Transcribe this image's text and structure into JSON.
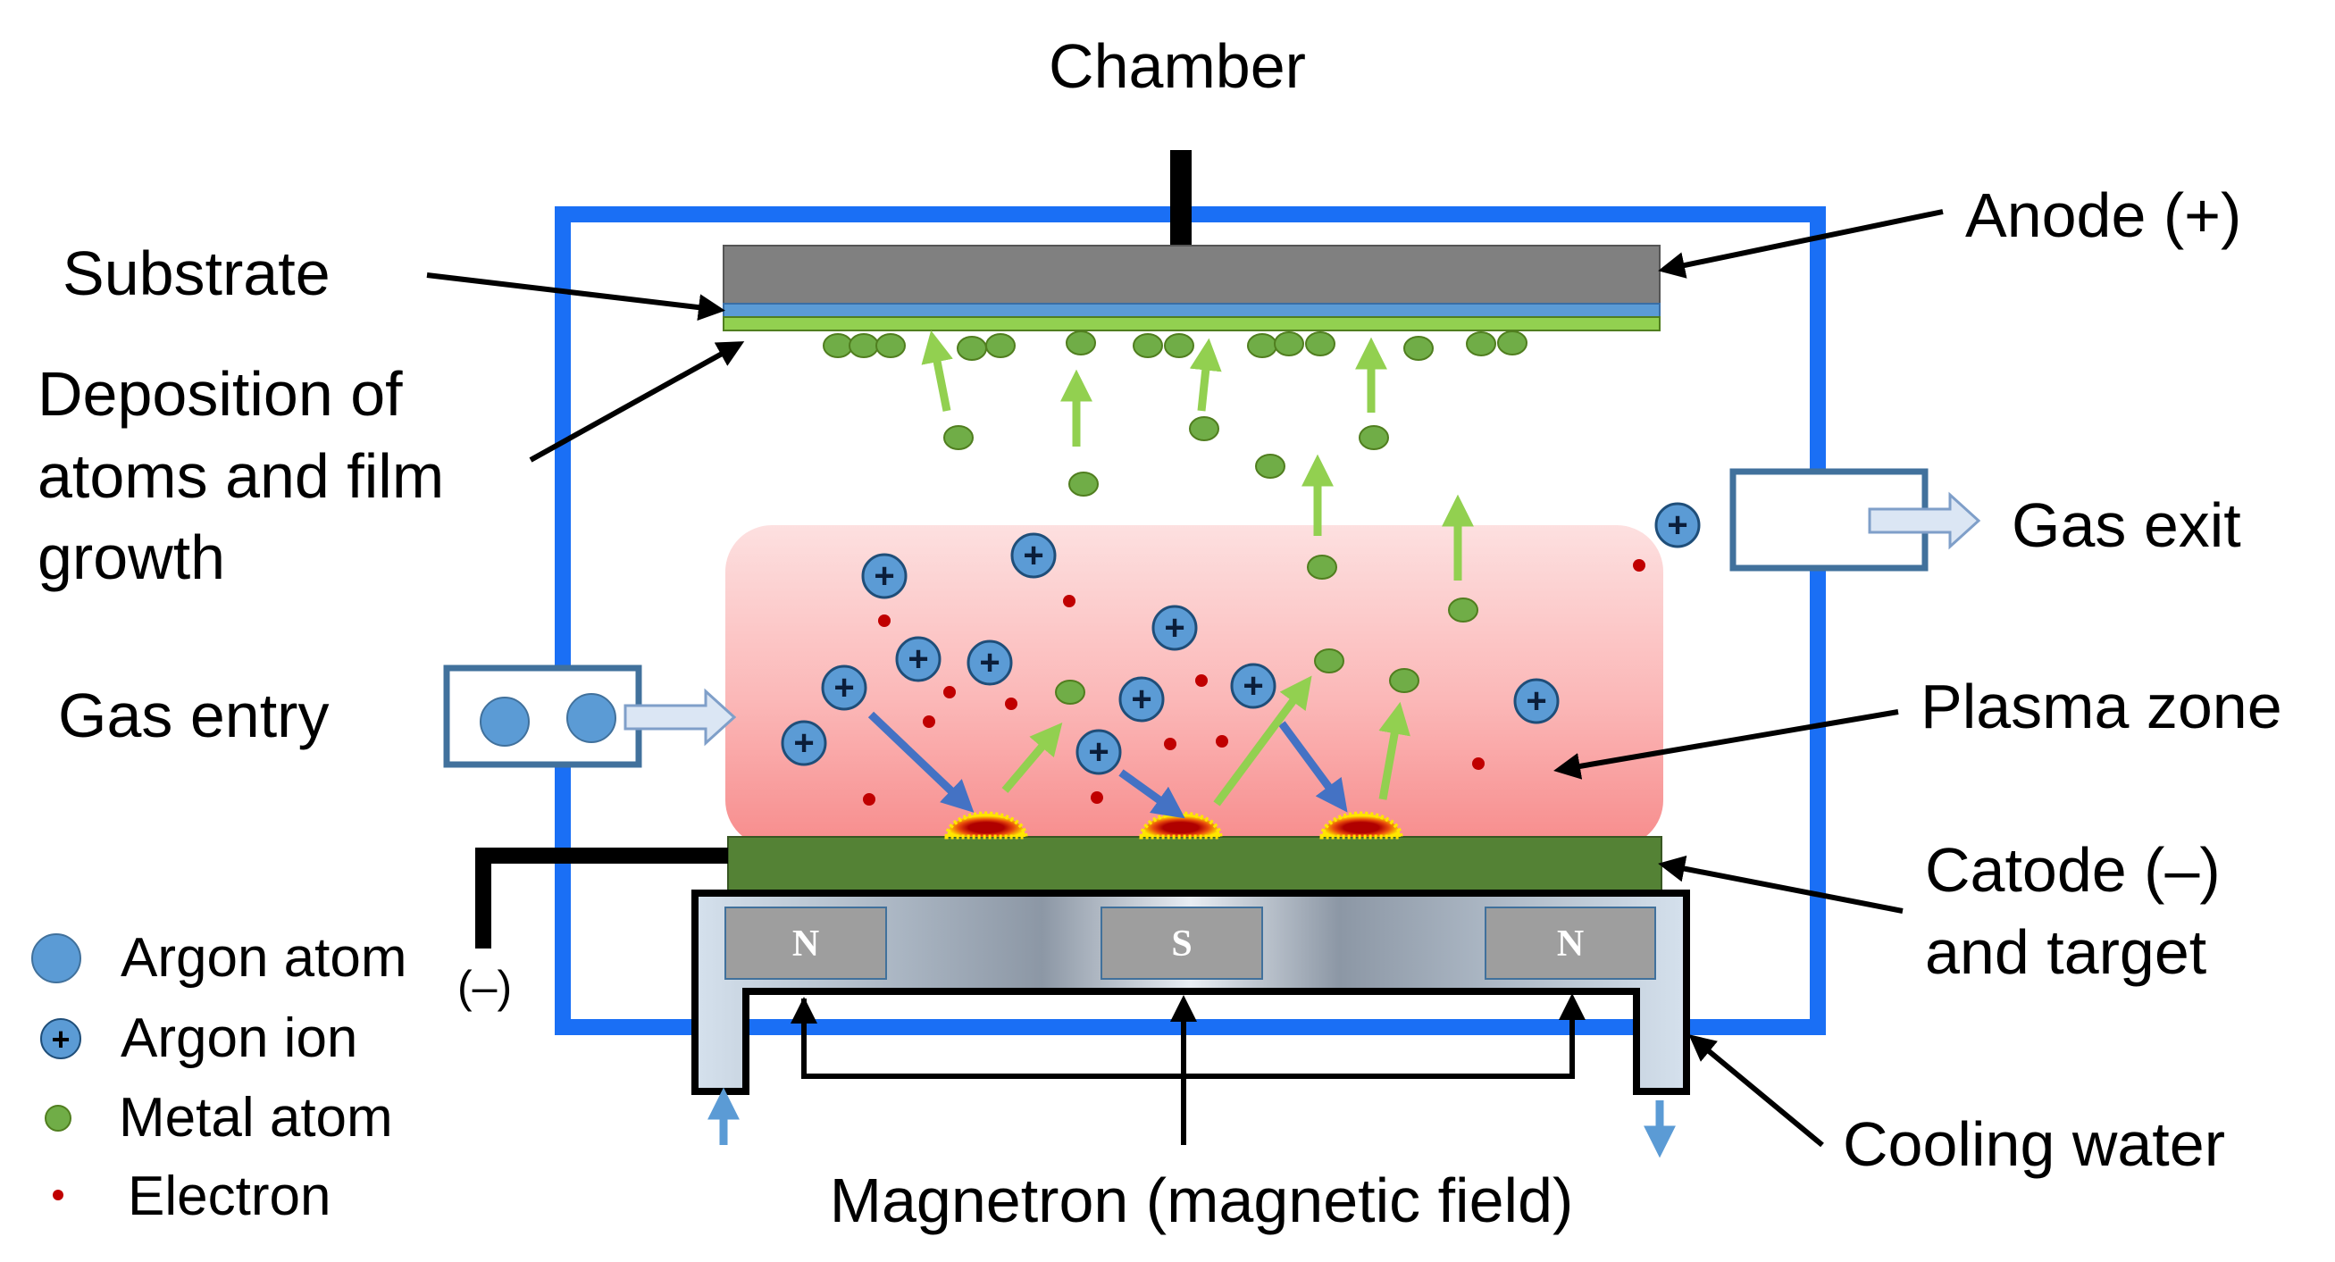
{
  "labels": {
    "chamber": "Chamber",
    "anode": "Anode (+)",
    "substrate": "Substrate",
    "deposition_line1": "Deposition of",
    "deposition_line2": "atoms and film",
    "deposition_line3": "growth",
    "gas_exit": "Gas exit",
    "gas_entry": "Gas entry",
    "plasma_zone": "Plasma zone",
    "cathode_line1": "Catode (–)",
    "cathode_line2": "and target",
    "cathode_terminal": "(–)",
    "cooling_water": "Cooling water",
    "magnetron": "Magnetron (magnetic field)"
  },
  "magnets": {
    "left": "N",
    "center": "S",
    "right": "N"
  },
  "legend": [
    {
      "key": "argon-atom",
      "label": "Argon atom"
    },
    {
      "key": "argon-ion",
      "label": "Argon ion"
    },
    {
      "key": "metal-atom",
      "label": "Metal atom"
    },
    {
      "key": "electron",
      "label": "Electron"
    }
  ],
  "ion_symbol": "+",
  "colors": {
    "chamber": "#1a6ff5",
    "anode": "#808080",
    "substrate": "#5b9bd5",
    "film": "#92d050",
    "cathode": "#548235",
    "argon": "#5b9bd5",
    "metal": "#70ad47",
    "electron": "#c00000",
    "ion_arrow": "#4472c4",
    "metal_arrow": "#92d050",
    "cooling_arrow": "#5b9bd5"
  }
}
